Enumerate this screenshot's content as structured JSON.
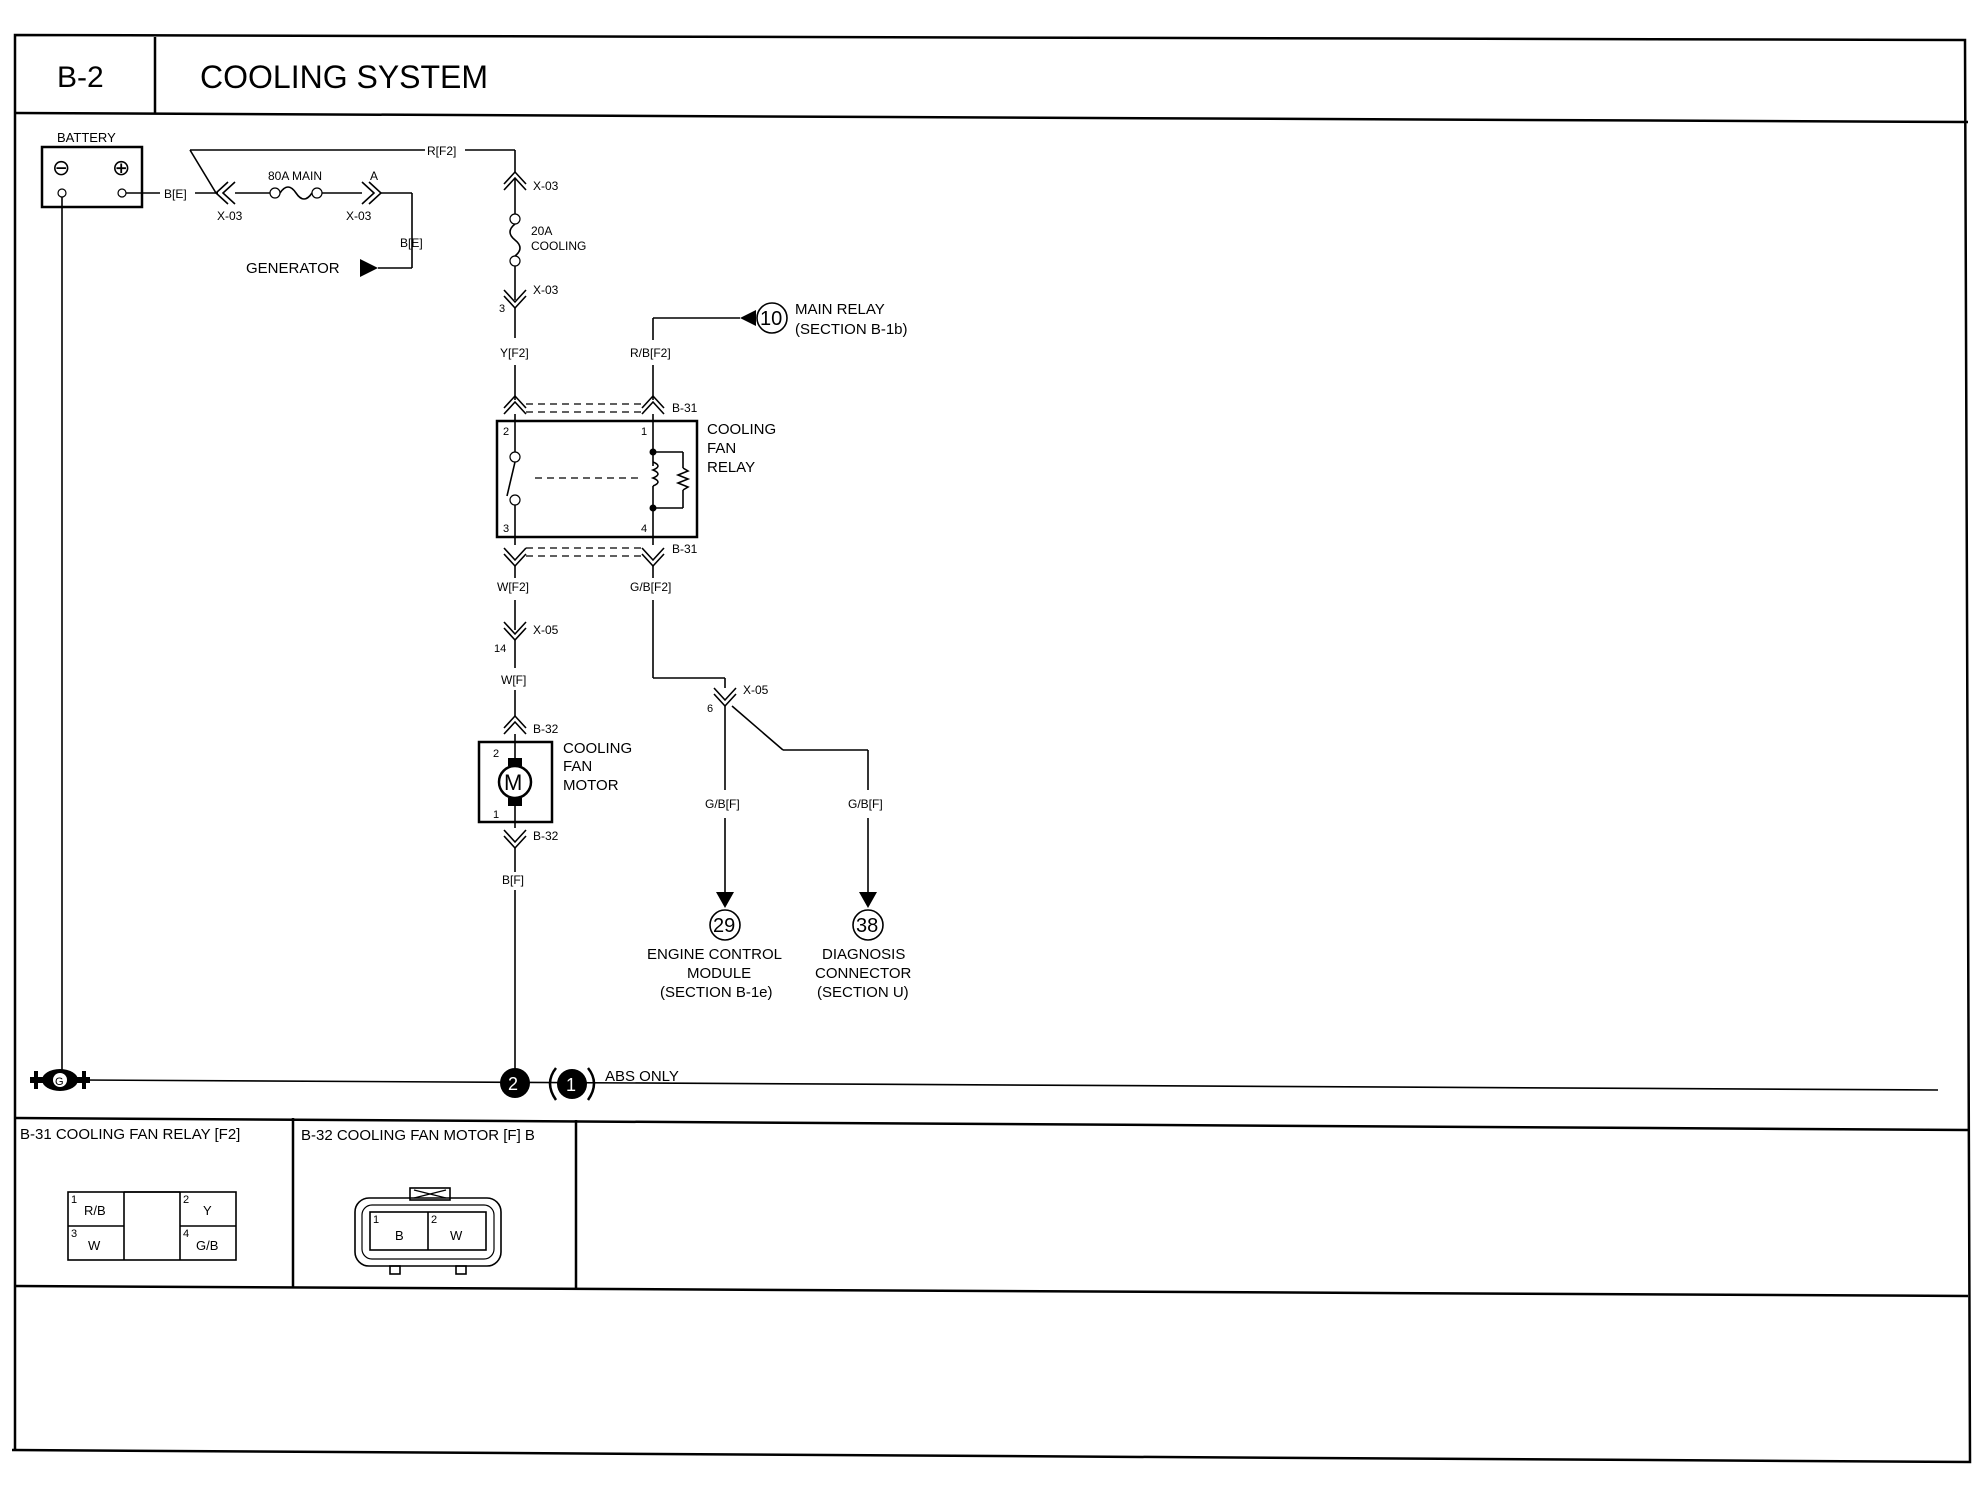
{
  "header": {
    "section_code": "B-2",
    "title": "COOLING SYSTEM"
  },
  "battery": {
    "label": "BATTERY",
    "neg_symbol": "⊖",
    "pos_symbol": "⊕"
  },
  "wires": {
    "b_e_1": "B[E]",
    "r_f2": "R[F2]",
    "b_e_2": "B[E]",
    "y_f2": "Y[F2]",
    "rb_f2": "R/B[F2]",
    "w_f2": "W[F2]",
    "gb_f2": "G/B[F2]",
    "w_f": "W[F]",
    "b_f": "B[F]",
    "gb_f_1": "G/B[F]",
    "gb_f_2": "G/B[F]"
  },
  "fuses": {
    "main": "80A MAIN",
    "cooling_amp": "20A",
    "cooling_name": "COOLING"
  },
  "connectors": {
    "x03_left": "X-03",
    "x03_right": "X-03",
    "x03_a": "A",
    "x03_top": "X-03",
    "x03_bottom": "X-03",
    "x03_pin": "3",
    "b31_top": "B-31",
    "b31_bottom": "B-31",
    "x05_left": "X-05",
    "x05_left_pin": "14",
    "x05_right": "X-05",
    "x05_right_pin": "6",
    "b32_top": "B-32",
    "b32_bottom": "B-32"
  },
  "generator": {
    "label": "GENERATOR"
  },
  "main_relay_ref": {
    "num": "10",
    "line1": "MAIN RELAY",
    "line2": "(SECTION B-1b)"
  },
  "relay": {
    "line1": "COOLING",
    "line2": "FAN",
    "line3": "RELAY",
    "pin1": "1",
    "pin2": "2",
    "pin3": "3",
    "pin4": "4"
  },
  "motor": {
    "line1": "COOLING",
    "line2": "FAN",
    "line3": "MOTOR",
    "symbol": "M",
    "pin1": "1",
    "pin2": "2"
  },
  "ecm_ref": {
    "num": "29",
    "line1": "ENGINE CONTROL",
    "line2": "MODULE",
    "line3": "(SECTION B-1e)"
  },
  "diag_ref": {
    "num": "38",
    "line1": "DIAGNOSIS",
    "line2": "CONNECTOR",
    "line3": "(SECTION U)"
  },
  "ground": {
    "symbol": "G",
    "point_main": "2",
    "point_abs": "1",
    "abs_note": "ABS ONLY"
  },
  "connector_views": {
    "b31": {
      "title": "B-31 COOLING  FAN RELAY [F2]",
      "cells": [
        {
          "pin": "1",
          "color": "R/B"
        },
        {
          "pin": "2",
          "color": "Y"
        },
        {
          "pin": "3",
          "color": "W"
        },
        {
          "pin": "4",
          "color": "G/B"
        }
      ]
    },
    "b32": {
      "title": "B-32 COOLING  FAN MOTOR [F] B",
      "cells": [
        {
          "pin": "1",
          "color": "B"
        },
        {
          "pin": "2",
          "color": "W"
        }
      ]
    }
  }
}
